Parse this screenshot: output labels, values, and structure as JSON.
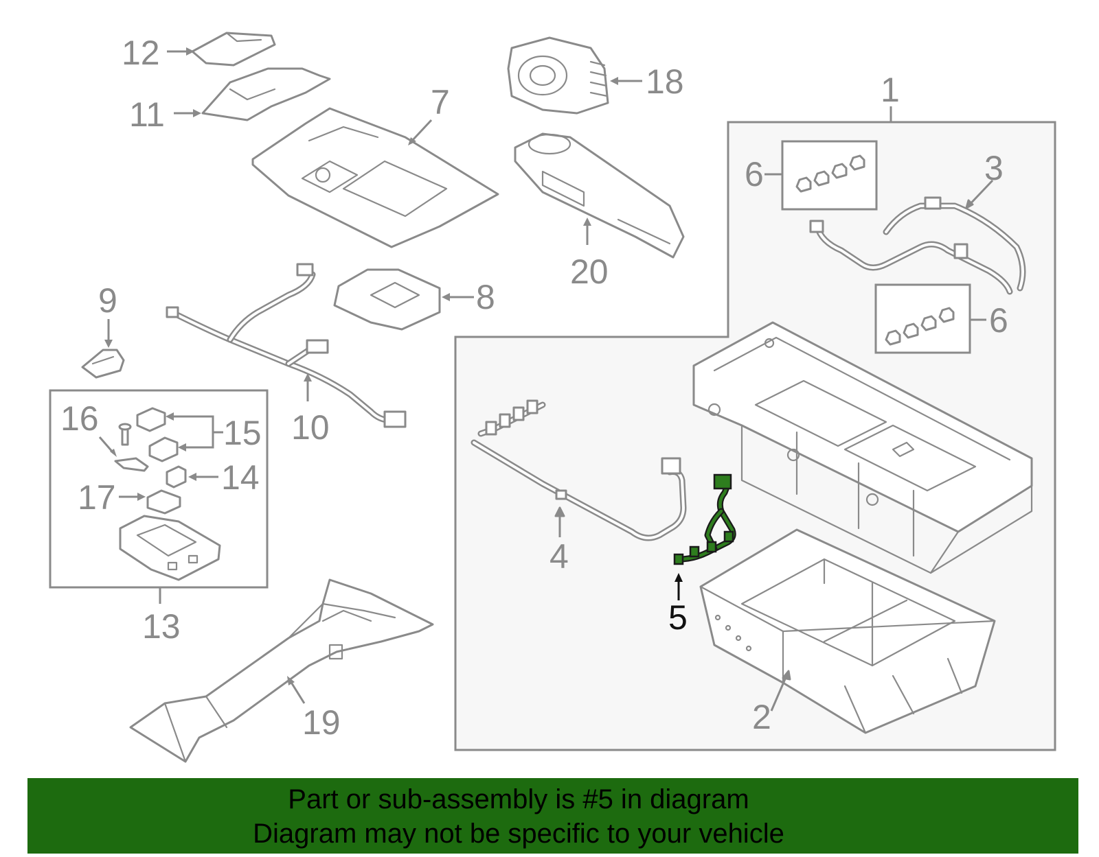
{
  "diagram": {
    "callouts": {
      "c1": "1",
      "c2": "2",
      "c3": "3",
      "c4": "4",
      "c5": "5",
      "c6a": "6",
      "c6b": "6",
      "c7": "7",
      "c8": "8",
      "c9": "9",
      "c10": "10",
      "c11": "11",
      "c12": "12",
      "c13": "13",
      "c14": "14",
      "c15": "15",
      "c16": "16",
      "c17": "17",
      "c18": "18",
      "c19": "19",
      "c20": "20"
    },
    "highlighted_part": "5",
    "colors": {
      "highlight": "#2e7d1e",
      "line_art": "#8a8a8a",
      "banner": "#1d6b0f",
      "box_fill": "#f7f7f7"
    }
  },
  "banner": {
    "line1": "Part or sub-assembly is #5 in diagram",
    "line2": "Diagram may not be specific to your vehicle"
  }
}
